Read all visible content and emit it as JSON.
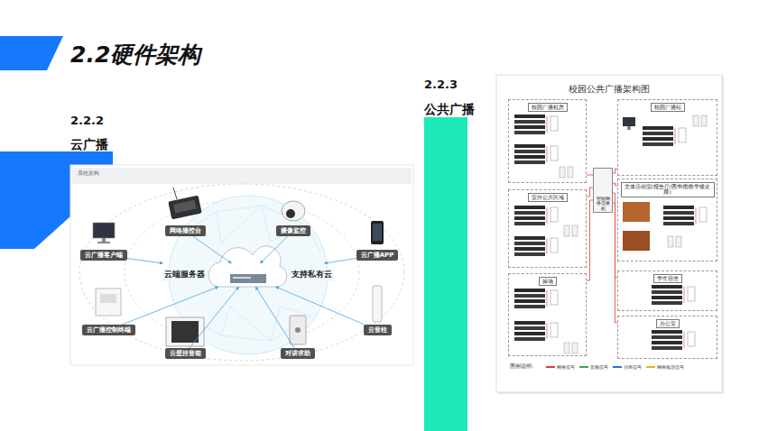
{
  "diagram": {
    "title": "2.2硬件架构",
    "nodes": [
      {
        "text": [
          "系统架构"
        ]
      },
      {
        "text": [
          "网络播控台"
        ],
        "in": 0
      },
      {
        "text": [
          "摄像监控"
        ],
        "in": 0
      },
      {
        "text": [
          "云广播客户端"
        ],
        "in": 0
      },
      {
        "text": [
          "云广播APP"
        ],
        "in": 0
      },
      {
        "text": [
          "云广播控制终端"
        ],
        "in": 0
      },
      {
        "text": [
          "云音柱"
        ],
        "in": 0
      },
      {
        "text": [
          "云壁挂音箱"
        ],
        "in": 0
      },
      {
        "text": [
          "对讲求助"
        ],
        "in": 0
      },
      {
        "text": [
          "云端服务器",
          "支持私有云"
        ],
        "in": 0
      },
      {
        "text": [
          "校园公共广播架构图"
        ]
      },
      {
        "text": [
          "校园广播机房"
        ],
        "in": 10
      },
      {
        "text": [
          "校园广播站"
        ],
        "in": 10
      },
      {
        "text": [
          "室外公共区域"
        ],
        "in": 10
      },
      {
        "text": [
          "文体活动室(报告厅/图书馆/教学楼走廊)"
        ],
        "in": 10
      },
      {
        "text": [
          "智能网络交换机"
        ],
        "in": 10
      },
      {
        "text": [
          "操场"
        ],
        "in": 10
      },
      {
        "text": [
          "学生宿舍"
        ],
        "in": 10
      },
      {
        "text": [
          "办公室"
        ],
        "in": 10
      }
    ],
    "edges": [
      {
        "from": 1,
        "to": 9,
        "arrow": "to"
      },
      {
        "from": 2,
        "to": 9,
        "arrow": "to"
      },
      {
        "from": 3,
        "to": 9,
        "arrow": "to"
      },
      {
        "from": 4,
        "to": 9,
        "arrow": "to"
      },
      {
        "from": 5,
        "to": 9,
        "arrow": "to"
      },
      {
        "from": 6,
        "to": 9,
        "arrow": "to"
      },
      {
        "from": 7,
        "to": 9,
        "arrow": "to"
      },
      {
        "from": 8,
        "to": 9,
        "arrow": "to"
      },
      {
        "from": 15,
        "to": 11,
        "arrow": "none"
      },
      {
        "from": 15,
        "to": 12,
        "arrow": "none"
      },
      {
        "from": 15,
        "to": 13,
        "arrow": "none"
      },
      {
        "from": 15,
        "to": 14,
        "arrow": "none"
      },
      {
        "from": 15,
        "to": 16,
        "arrow": "none"
      },
      {
        "from": 15,
        "to": 17,
        "arrow": "none"
      },
      {
        "from": 15,
        "to": 18,
        "arrow": "none"
      }
    ],
    "labels": [
      "2.2.2",
      "云广播",
      "2.2.3",
      "公共广播",
      "图例说明:"
    ],
    "legend": [
      {
        "text": "网络信号",
        "color": "#e23b3b"
      },
      {
        "text": "音频信号",
        "color": "#2fa84f"
      },
      {
        "text": "功率信号",
        "color": "#2d6fd6"
      },
      {
        "text": "网络电话信号",
        "color": "#e8b21a"
      }
    ]
  }
}
